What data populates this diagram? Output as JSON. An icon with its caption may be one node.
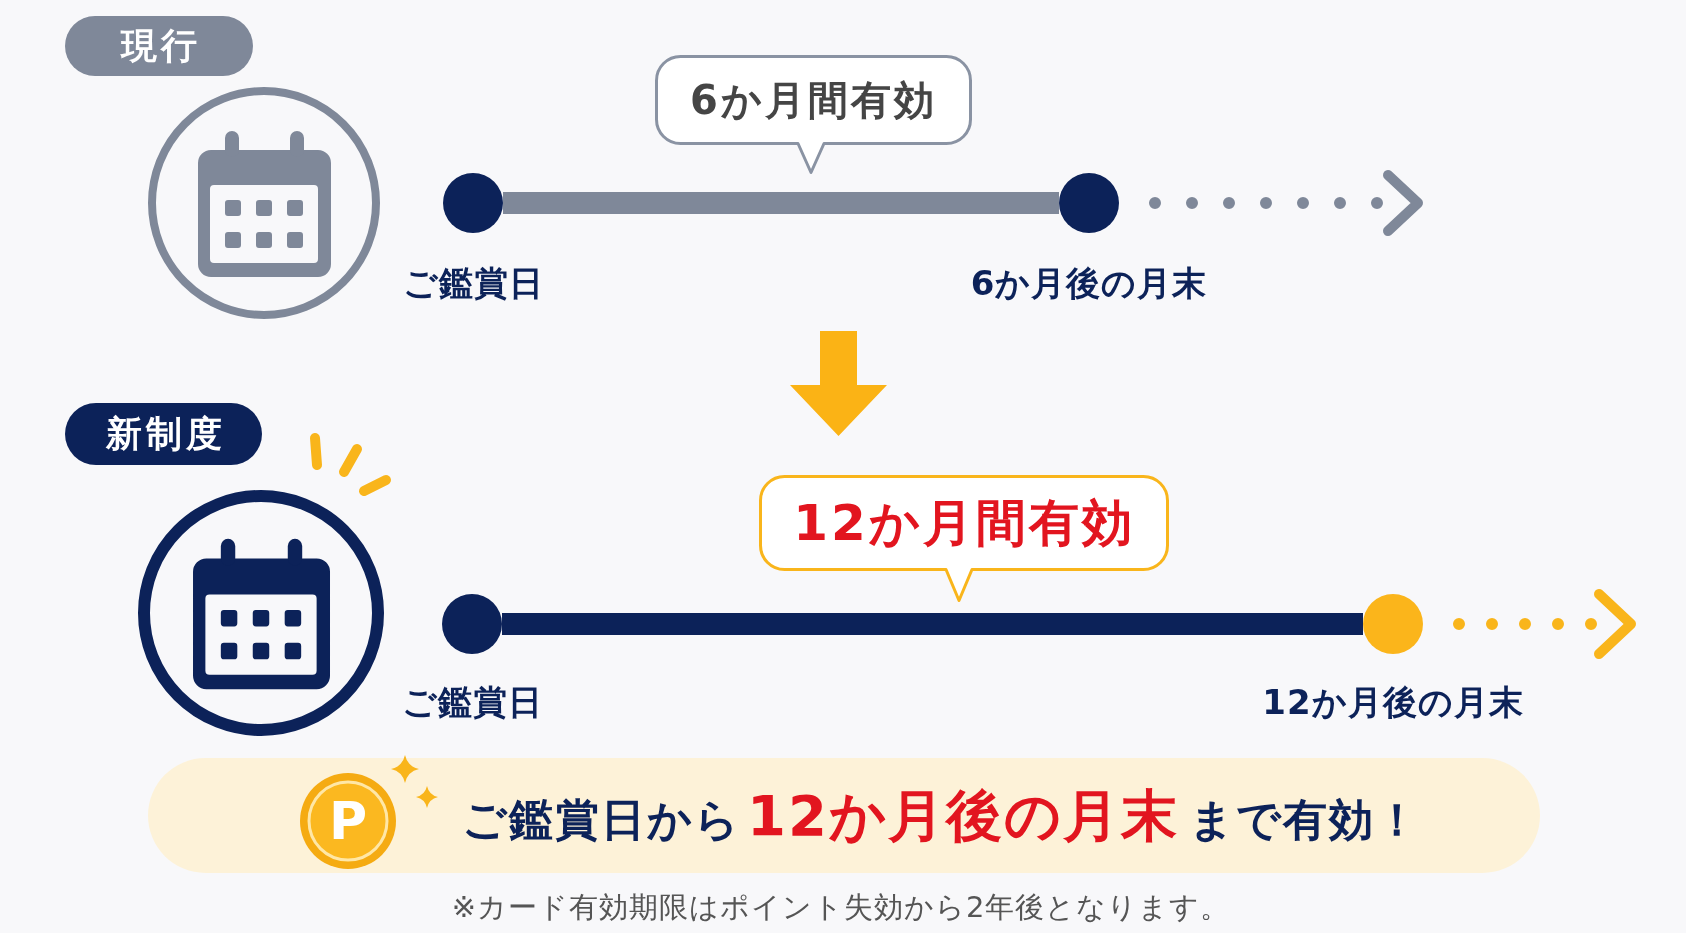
{
  "diagram": {
    "nodes": [
      {
        "text": [
          "現行"
        ]
      },
      {
        "text": [
          "6か月間有効"
        ]
      },
      {
        "text": [],
        "shape": "circle",
        "beside": [
          "ご鑑賞日"
        ]
      },
      {
        "text": [],
        "shape": "circle",
        "beside": [
          "6か月後の月末"
        ]
      },
      {
        "text": [
          "新制度"
        ]
      },
      {
        "text": [
          "12か月間有効"
        ]
      },
      {
        "text": [],
        "shape": "circle",
        "beside": [
          "ご鑑賞日"
        ]
      },
      {
        "text": [],
        "shape": "circle",
        "beside": [
          "12か月後の月末"
        ]
      },
      {
        "text": [
          "ご鑑賞日から**12か月後の月末**まで有効！"
        ]
      },
      {
        "text": [
          "P"
        ],
        "in": 8
      }
    ],
    "edges": [
      {
        "from": 2,
        "to": 3,
        "arrow": "none",
        "style": "thick",
        "color": "#7f8899"
      },
      {
        "from": 3,
        "to": null,
        "arrow": "to",
        "style": "dashed",
        "color": "#7f8899"
      },
      {
        "from": 6,
        "to": 7,
        "arrow": "none",
        "style": "thick",
        "color": "#0c2259"
      },
      {
        "from": 7,
        "to": null,
        "arrow": "to",
        "style": "dashed",
        "color": "#f9b51b"
      }
    ],
    "labels": [
      "※カード有効期限はポイント失効から2年後となります。"
    ]
  }
}
